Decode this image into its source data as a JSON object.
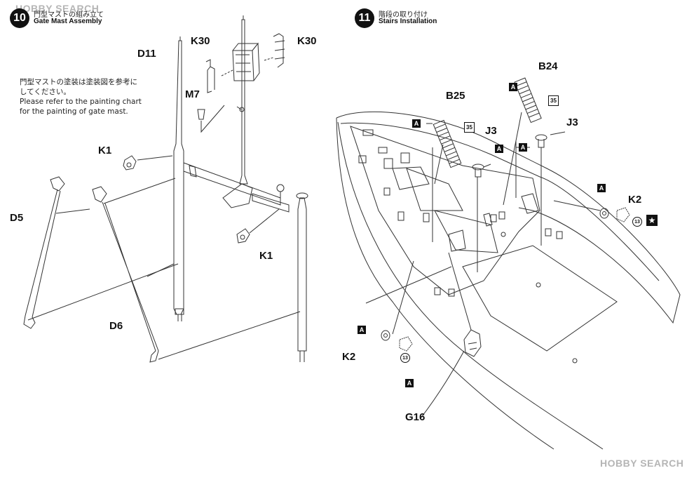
{
  "watermark_top": "HOBBY SEARCH",
  "watermark_bottom": "HOBBY SEARCH",
  "step10": {
    "number": "10",
    "title_ja": "門型マストの組み立て",
    "title_en": "Gate Mast Assembly",
    "note_ja_1": "門型マストの塗装は塗装図を参考に",
    "note_ja_2": "してください。",
    "note_en_1": "Please refer to the painting chart",
    "note_en_2": "for the painting of gate mast.",
    "labels": {
      "k30_left": "K30",
      "k30_right": "K30",
      "d11": "D11",
      "m7": "M7",
      "k1_top": "K1",
      "k1_bottom": "K1",
      "d5": "D5",
      "d6": "D6"
    }
  },
  "step11": {
    "number": "11",
    "title_ja": "階段の取り付け",
    "title_en": "Stairs Installation",
    "labels": {
      "b24": "B24",
      "b25": "B25",
      "j3_left": "J3",
      "j3_right": "J3",
      "k2_right": "K2",
      "k2_left": "K2",
      "g16": "G16"
    },
    "markers": {
      "color_a": "A",
      "paint_35": "35",
      "paint_13": "13",
      "star": "★"
    }
  }
}
